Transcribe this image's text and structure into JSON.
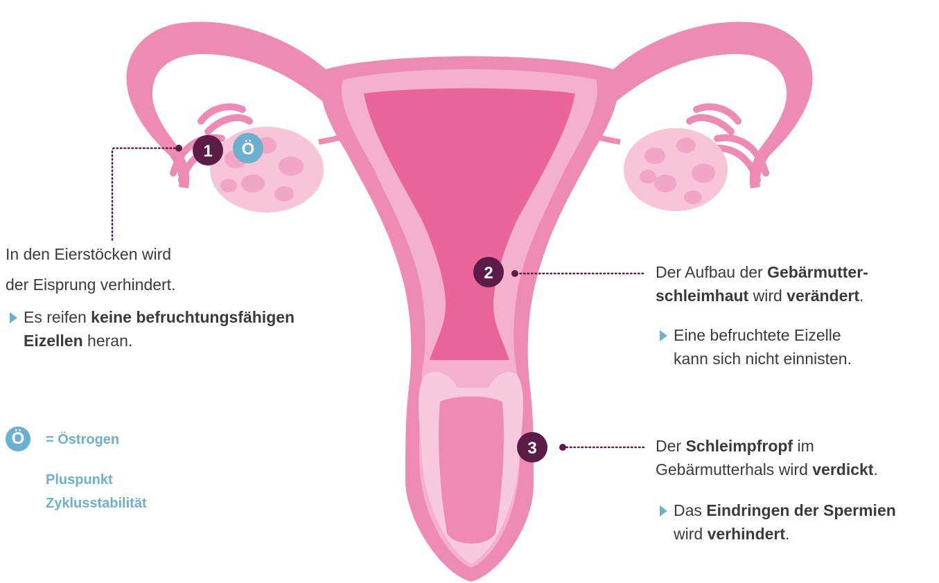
{
  "markers": {
    "m1": "1",
    "m2": "2",
    "m3": "3",
    "oe": "Ö"
  },
  "callout1": {
    "line1": "In den Eierstöcken wird",
    "line2": "der Eisprung verhindert.",
    "bullet_pre": "Es reifen ",
    "bullet_bold1": "keine befruchtungsfähigen",
    "bullet_bold2": "Eizellen",
    "bullet_post": " heran."
  },
  "callout2": {
    "pre": "Der Aufbau der ",
    "bold1": "Gebärmutter-",
    "bold2": "schleimhaut",
    "mid": " wird ",
    "bold3": "verändert",
    "end": ".",
    "bullet_line1": "Eine befruchtete Eizelle",
    "bullet_line2": "kann sich nicht einnisten."
  },
  "callout3": {
    "pre": "Der ",
    "bold1": "Schleimpfropf",
    "post1": " im",
    "line2_pre": "Gebärmutterhals wird ",
    "bold2": "verdickt",
    "end": ".",
    "bullet_pre": "Das ",
    "bullet_bold": "Eindringen der Spermien",
    "bullet_line2_pre": "wird ",
    "bullet_bold2": "verhindert",
    "bullet_end": "."
  },
  "legend": {
    "symbol": "Ö",
    "label": "= Östrogen",
    "line1": "Pluspunkt",
    "line2": "Zyklusstabilität"
  },
  "colors": {
    "uterus_outer": "#ee8bb4",
    "uterus_mid": "#f3b1cd",
    "uterus_inner": "#e8649a",
    "ovary": "#f7c4d8",
    "marker_dark": "#5b1d47",
    "marker_blue": "#6cb0cf"
  }
}
